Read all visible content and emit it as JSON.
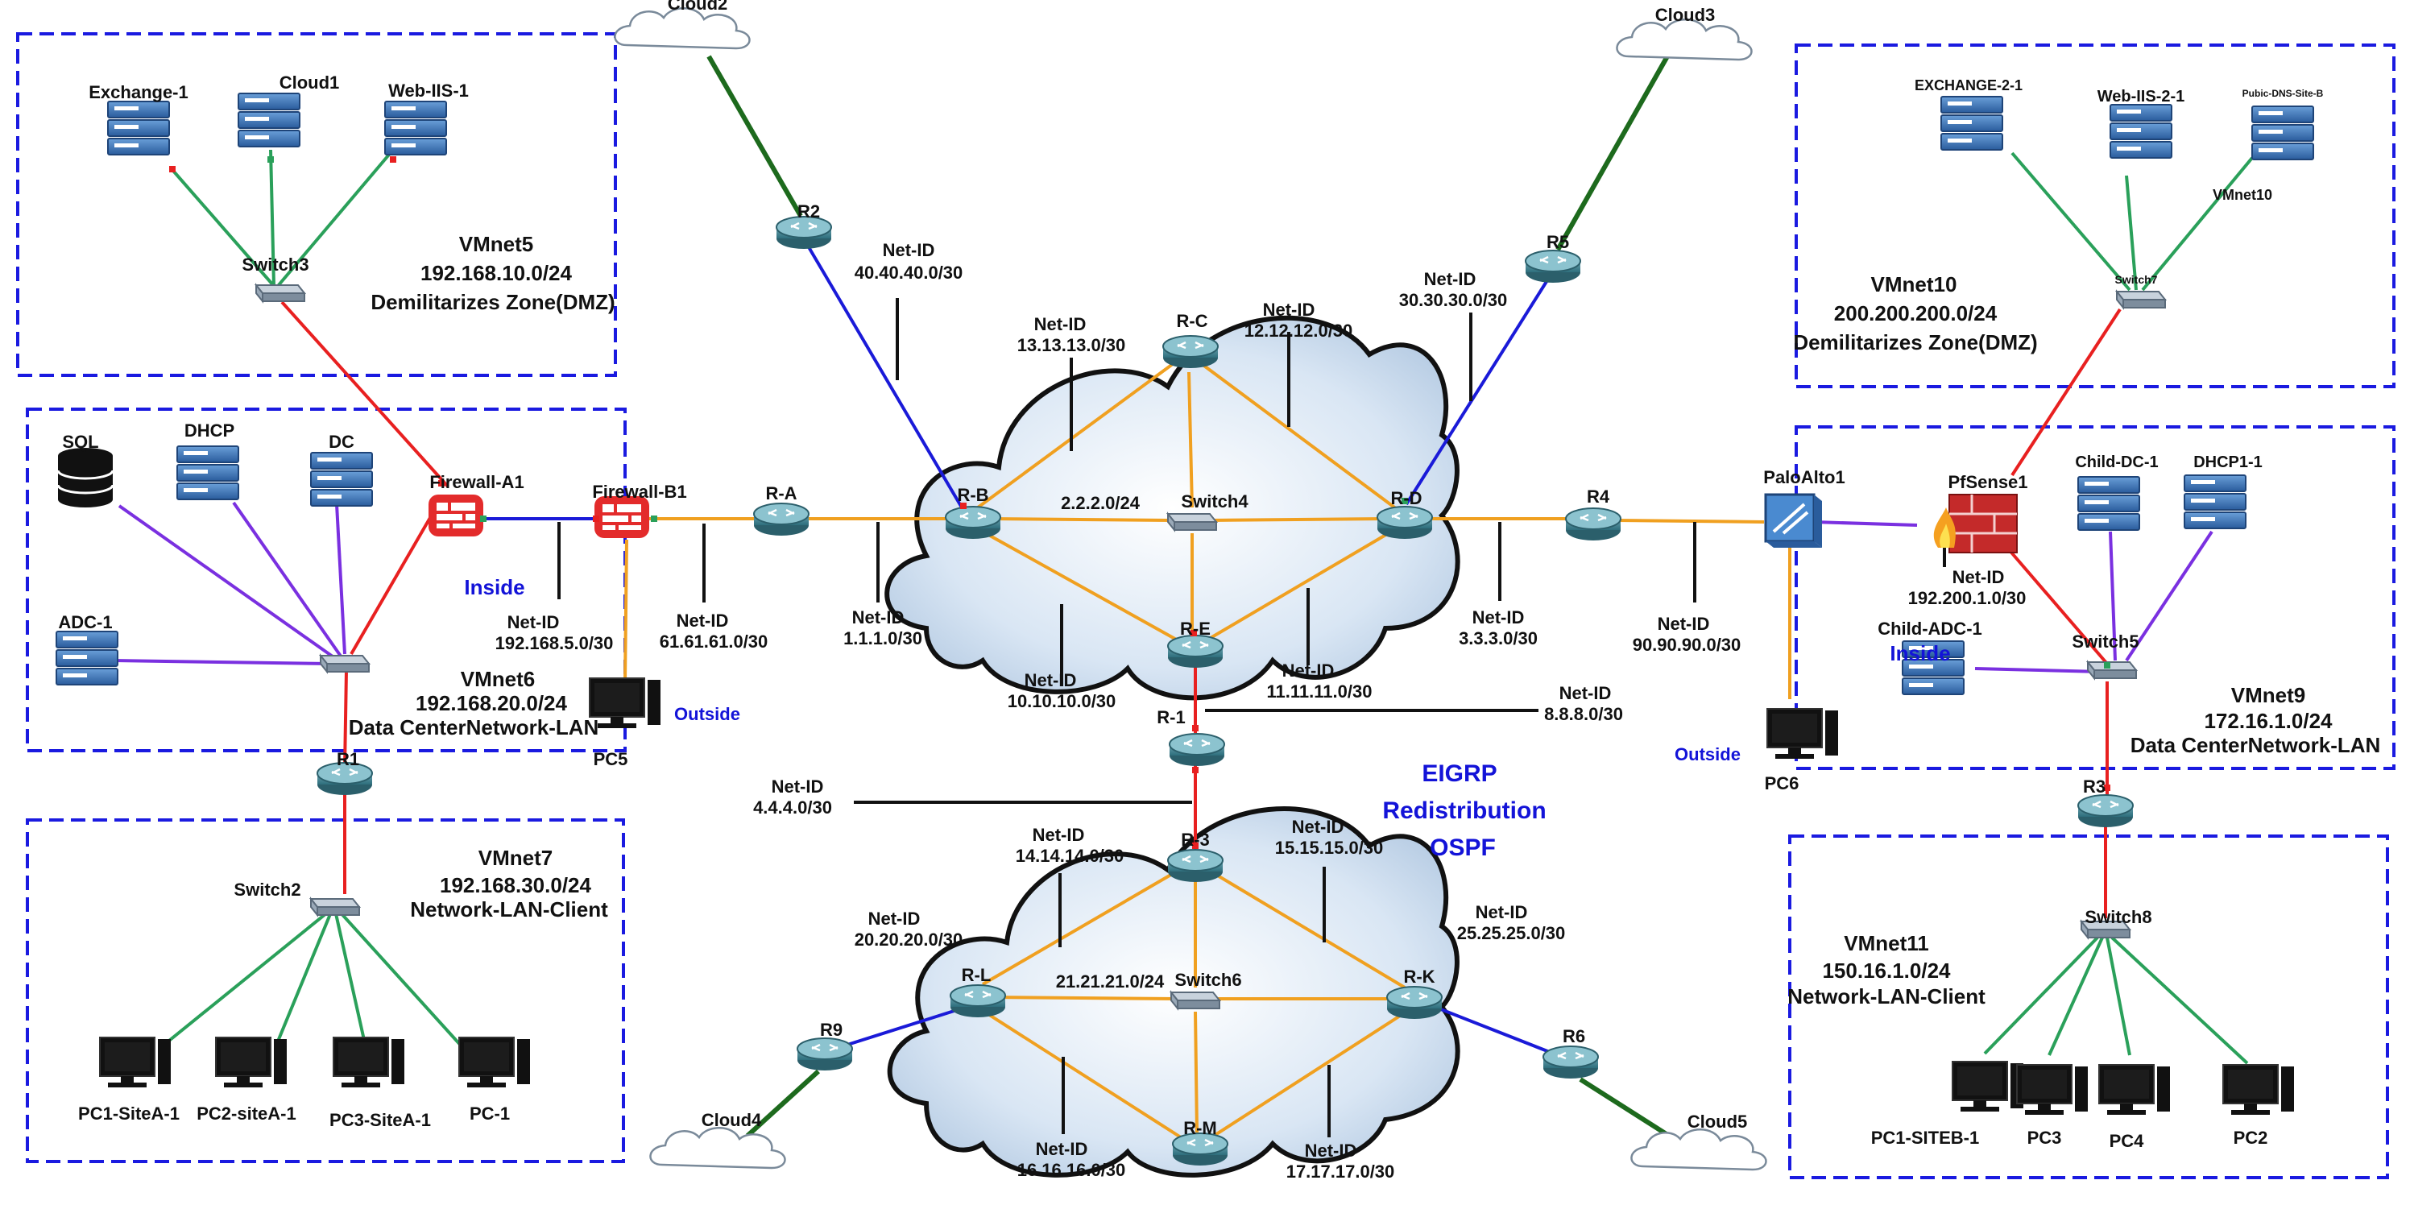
{
  "zones": {
    "dmz_a": {
      "title": "VMnet5",
      "subnet": "192.168.10.0/24",
      "desc": "Demilitarizes Zone(DMZ)"
    },
    "dc_a": {
      "title": "VMnet6",
      "subnet": "192.168.20.0/24",
      "desc": "Data CenterNetwork-LAN"
    },
    "lan_a": {
      "title": "VMnet7",
      "subnet": "192.168.30.0/24",
      "desc": "Network-LAN-Client"
    },
    "dmz_b": {
      "title": "VMnet10",
      "subnet": "200.200.200.0/24",
      "desc": "Demilitarizes Zone(DMZ)",
      "vmnet_tag": "VMnet10"
    },
    "dc_b": {
      "title": "VMnet9",
      "subnet": "172.16.1.0/24",
      "desc": "Data CenterNetwork-LAN"
    },
    "lan_b": {
      "title": "VMnet11",
      "subnet": "150.16.1.0/24",
      "desc": "Network-LAN-Client"
    }
  },
  "nodes": {
    "exchange1": "Exchange-1",
    "cloud1": "Cloud1",
    "web_iis1": "Web-IIS-1",
    "switch3": "Switch3",
    "sql": "SQL",
    "dhcp": "DHCP",
    "dc": "DC",
    "adc1": "ADC-1",
    "firewall_a1": "Firewall-A1",
    "firewall_b1": "Firewall-B1",
    "r1_a": "R1",
    "switch2": "Switch2",
    "pc1_sitea": "PC1-SiteA-1",
    "pc2_sitea": "PC2-siteA-1",
    "pc3_sitea": "PC3-SiteA-1",
    "pc_1": "PC-1",
    "pc5": "PC5",
    "cloud2": "Cloud2",
    "r2": "R2",
    "r_a": "R-A",
    "r_b": "R-B",
    "r_c": "R-C",
    "r_d": "R-D",
    "r_e": "R-E",
    "switch4": "Switch4",
    "r_1": "R-1",
    "r_3": "R-3",
    "r_l": "R-L",
    "r_k": "R-K",
    "r_m": "R-M",
    "switch6": "Switch6",
    "r9": "R9",
    "r6": "R6",
    "cloud3": "Cloud3",
    "r5": "R5",
    "r4": "R4",
    "cloud4": "Cloud4",
    "cloud5": "Cloud5",
    "paloalto1": "PaloAlto1",
    "pfsense1": "PfSense1",
    "exchange2": "EXCHANGE-2-1",
    "web_iis2": "Web-IIS-2-1",
    "pubic_dns": "Pubic-DNS-Site-B",
    "switch7": "Switch7",
    "child_dc1": "Child-DC-1",
    "dhcp1_1": "DHCP1-1",
    "child_adc1": "Child-ADC-1",
    "switch5": "Switch5",
    "r3_b": "R3",
    "switch8": "Switch8",
    "pc1_siteb": "PC1-SITEB-1",
    "pc3": "PC3",
    "pc4": "PC4",
    "pc2": "PC2",
    "pc6": "PC6"
  },
  "net_ids": {
    "n40": [
      "Net-ID",
      "40.40.40.0/30"
    ],
    "n13": [
      "Net-ID",
      "13.13.13.0/30"
    ],
    "n12": [
      "Net-ID",
      "12.12.12.0/30"
    ],
    "n30": [
      "Net-ID",
      "30.30.30.0/30"
    ],
    "n2": "2.2.2.0/24",
    "n1": [
      "Net-ID",
      "1.1.1.0/30"
    ],
    "n10": [
      "Net-ID",
      "10.10.10.0/30"
    ],
    "n11": [
      "Net-ID",
      "11.11.11.0/30"
    ],
    "n3": [
      "Net-ID",
      "3.3.3.0/30"
    ],
    "n90": [
      "Net-ID",
      "90.90.90.0/30"
    ],
    "n8": [
      "Net-ID",
      "8.8.8.0/30"
    ],
    "n192_5": [
      "Net-ID",
      "192.168.5.0/30"
    ],
    "n61": [
      "Net-ID",
      "61.61.61.0/30"
    ],
    "n192_200": [
      "Net-ID",
      "192.200.1.0/30"
    ],
    "n4": [
      "Net-ID",
      "4.4.4.0/30"
    ],
    "n14": [
      "Net-ID",
      "14.14.14.0/30"
    ],
    "n15": [
      "Net-ID",
      "15.15.15.0/30"
    ],
    "n20": [
      "Net-ID",
      "20.20.20.0/30"
    ],
    "n21": "21.21.21.0/24",
    "n25": [
      "Net-ID",
      "25.25.25.0/30"
    ],
    "n16": [
      "Net-ID",
      "16.16.16.0/30"
    ],
    "n17": [
      "Net-ID",
      "17.17.17.0/30"
    ]
  },
  "zone_tags": {
    "inside_a": "Inside",
    "outside_a": "Outside",
    "inside_b": "Inside",
    "outside_b": "Outside"
  },
  "protocols": {
    "line1": "EIGRP",
    "line2": "Redistribution",
    "line3": "OSPF"
  },
  "colors": {
    "zone_border": "#1a1ae0",
    "dmz_link": "#e82020",
    "lan_link": "#2aa05a",
    "core_link": "#f0a020",
    "wan_link": "#1a1ad8",
    "cloud_link": "#1d6a1d",
    "mgmt_link": "#7a30e0"
  }
}
